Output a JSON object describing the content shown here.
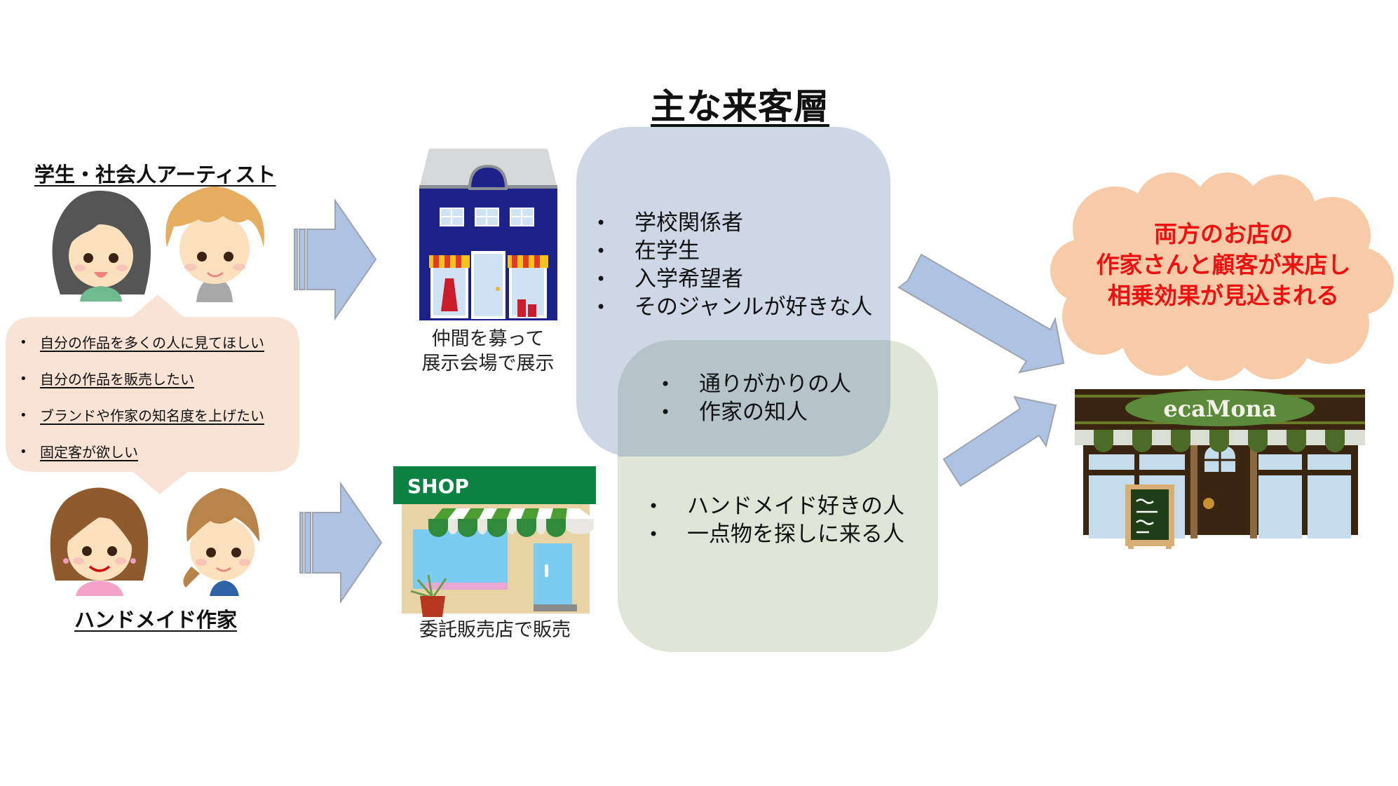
{
  "title": "主な来客層",
  "left_panel": {
    "group_top_label": "学生・社会人アーティスト",
    "group_bottom_label": "ハンドメイド作家",
    "needs": [
      "自分の作品を多くの人に見てほしい",
      "自分の作品を販売したい",
      "ブランドや作家の知名度を上げたい",
      "固定客が欲しい"
    ],
    "people_top": [
      "woman-dark-hair-avatar",
      "man-blond-hair-avatar"
    ],
    "people_bottom": [
      "woman-brown-hair-avatar",
      "woman-ponytail-avatar"
    ]
  },
  "venues": {
    "exhibition": {
      "icon": "exhibition-building-icon",
      "caption_lines": [
        "仲間を募って",
        "展示会場で展示"
      ]
    },
    "consignment_shop": {
      "icon": "shop-icon",
      "sign": "SHOP",
      "caption": "委託販売店で販売"
    }
  },
  "customer_segments": {
    "exhibition_only": [
      "学校関係者",
      "在学生",
      "入学希望者",
      "そのジャンルが好きな人"
    ],
    "shared": [
      "通りがかりの人",
      "作家の知人"
    ],
    "shop_only": [
      "ハンドメイド好きの人",
      "一点物を探しに来る人"
    ]
  },
  "result": {
    "cloud_lines": [
      "両方のお店の",
      "作家さんと顧客が来店し",
      "相乗効果が見込まれる"
    ],
    "store_name": "ecaMona"
  },
  "colors": {
    "blue_box": "#cdd7e5",
    "green_box": "#dfe6d8",
    "overlap": "#b4c4c9",
    "bubble": "#f9e3d5",
    "cloud": "#f7cba8",
    "cloud_text": "#ee1111",
    "arrow_fill": "#aec3e3",
    "arrow_stroke": "#9ea4ad"
  }
}
